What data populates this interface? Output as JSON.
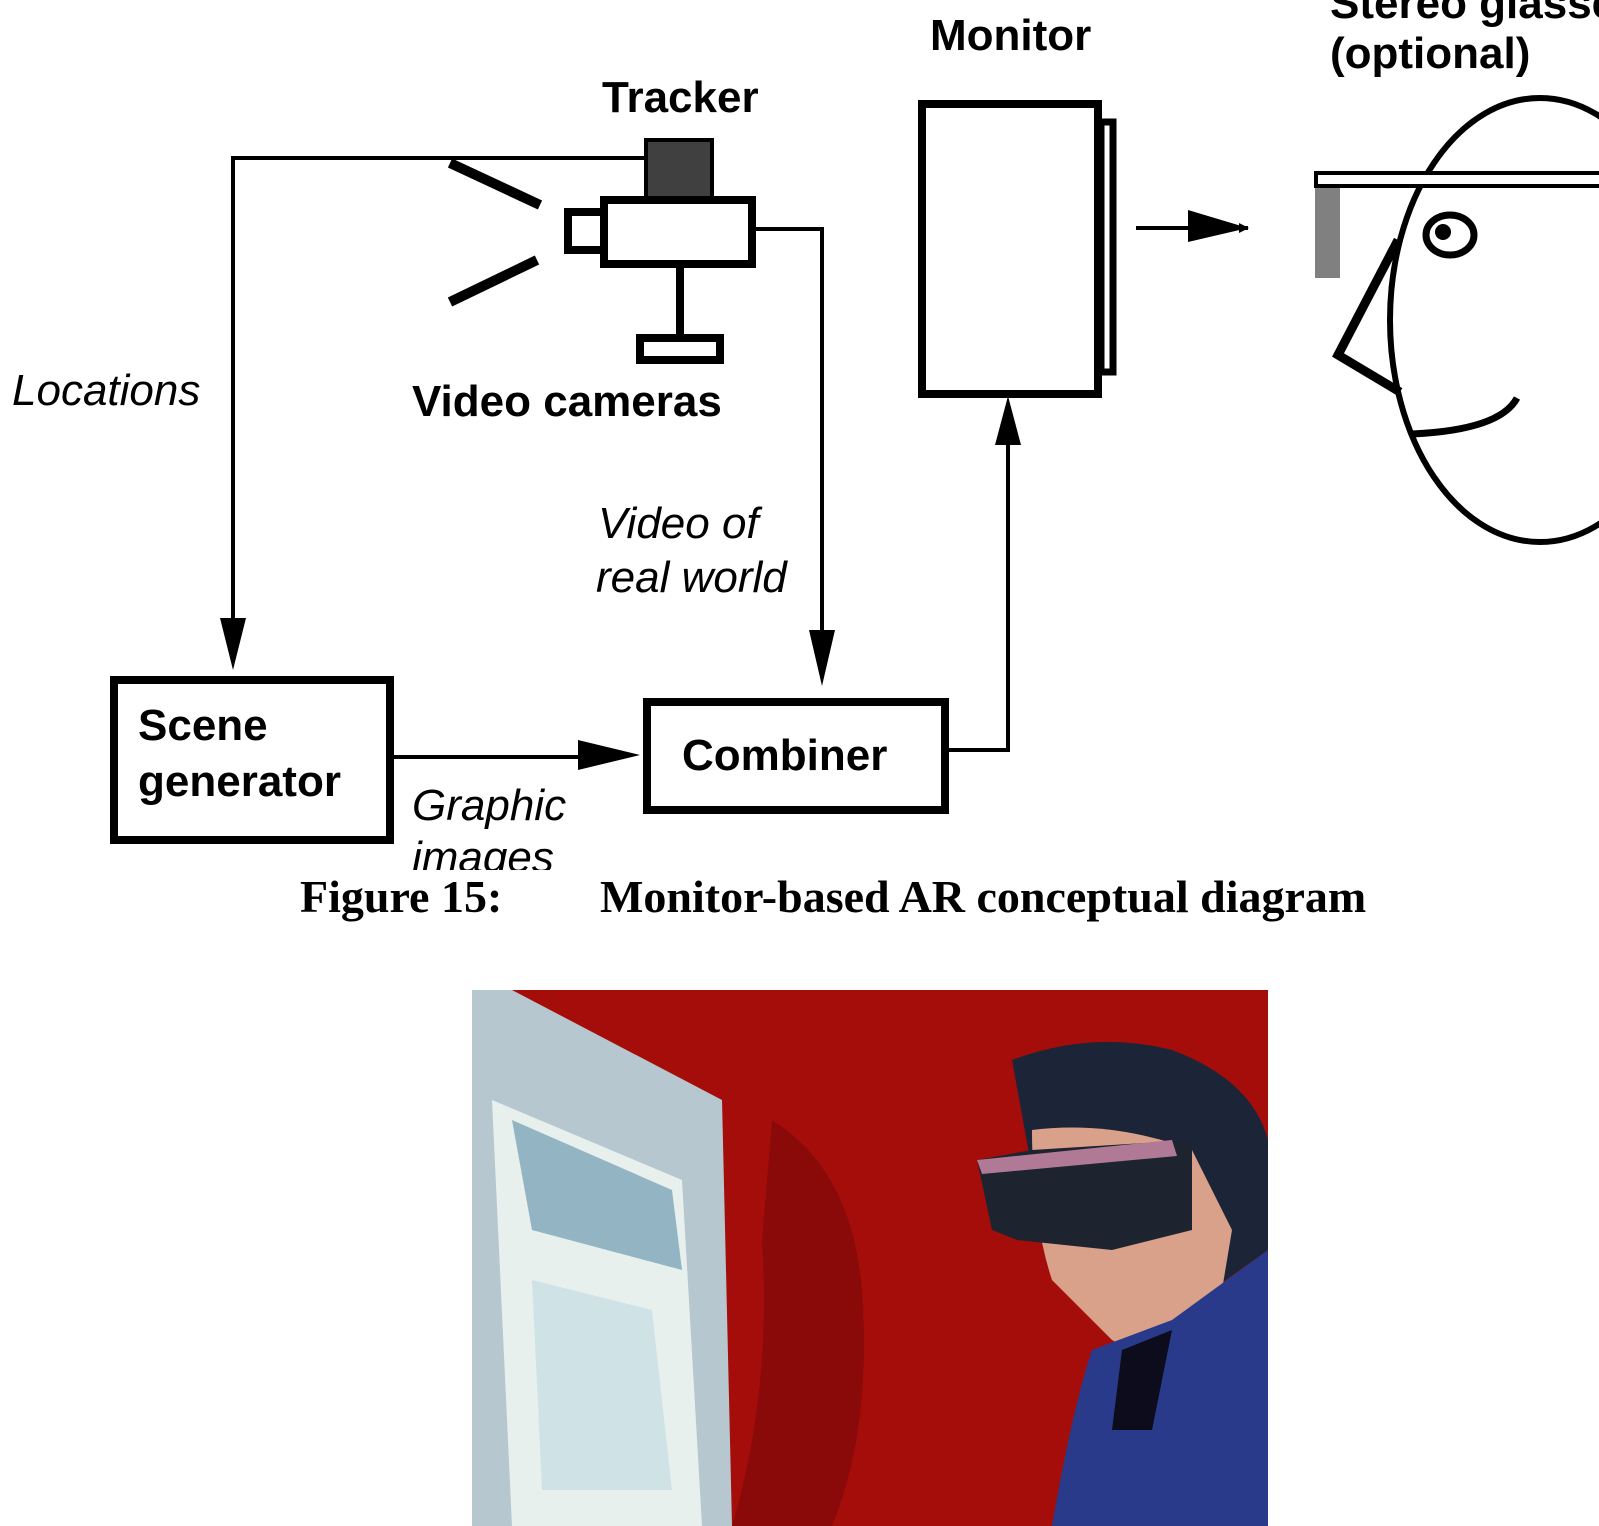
{
  "diagram": {
    "labels": {
      "monitor": "Monitor",
      "stereo_glasses_line1": "Stereo glasses",
      "stereo_glasses_line2": "(optional)",
      "tracker": "Tracker",
      "video_cameras": "Video cameras",
      "locations": "Locations",
      "video_of_line1": "Video of",
      "video_of_line2": "real world",
      "scene_generator_line1": "Scene",
      "scene_generator_line2": "generator",
      "combiner": "Combiner",
      "graphic_line1": "Graphic",
      "graphic_line2": "images"
    },
    "colors": {
      "stroke": "#000000",
      "tracker_fill": "#404040",
      "glasses_lens": "#808080"
    }
  },
  "caption": {
    "figure_number": "Figure 15:",
    "title": "Monitor-based AR conceptual diagram"
  },
  "photo": {
    "description": "Person wearing stereo glasses looking at a computer monitor in front of a red background",
    "colors": {
      "background": "#a50d0b",
      "monitor": "#b7c7cf",
      "shirt": "#2a3a8a",
      "hair": "#1c2438",
      "skin": "#d9a08a"
    }
  }
}
